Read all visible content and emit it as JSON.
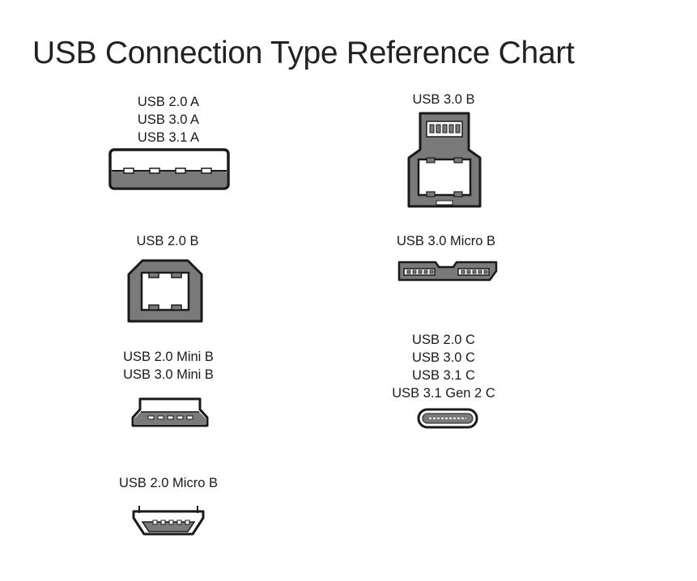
{
  "title": "USB Connection Type Reference Chart",
  "connectors": [
    {
      "id": "usb-a",
      "icon": "usb-a-connector-icon",
      "labels": [
        "USB 2.0 A",
        "USB 3.0 A",
        "USB 3.1 A"
      ]
    },
    {
      "id": "usb-2-b",
      "icon": "usb-2-b-connector-icon",
      "labels": [
        "USB 2.0 B"
      ]
    },
    {
      "id": "usb-mini-b",
      "icon": "usb-mini-b-connector-icon",
      "labels": [
        "USB 2.0 Mini B",
        "USB 3.0 Mini B"
      ]
    },
    {
      "id": "usb-2-micro-b",
      "icon": "usb-2-micro-b-connector-icon",
      "labels": [
        "USB 2.0 Micro B"
      ]
    },
    {
      "id": "usb-3-b",
      "icon": "usb-3-b-connector-icon",
      "labels": [
        "USB 3.0 B"
      ]
    },
    {
      "id": "usb-3-micro-b",
      "icon": "usb-3-micro-b-connector-icon",
      "labels": [
        "USB 3.0 Micro B"
      ]
    },
    {
      "id": "usb-c",
      "icon": "usb-c-connector-icon",
      "labels": [
        "USB 2.0 C",
        "USB 3.0 C",
        "USB 3.1 C",
        "USB 3.1 Gen 2 C"
      ]
    }
  ],
  "colors": {
    "outline": "#1a1a1a",
    "fill": "#7a7a7a",
    "insert": "#ffffff"
  }
}
